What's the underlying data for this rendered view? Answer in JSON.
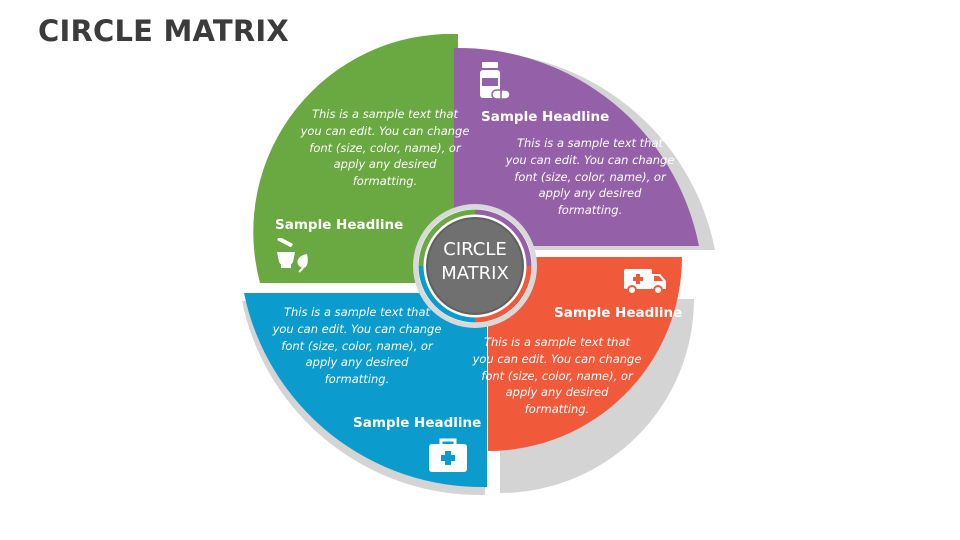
{
  "title": "CIRCLE MATRIX",
  "center": {
    "line1": "CIRCLE",
    "line2": "MATRIX"
  },
  "colors": {
    "green": "#6aa841",
    "purple": "#9461a8",
    "orange": "#f05a3b",
    "blue": "#0b9ccd",
    "shadow": "#d2d2d2"
  },
  "quadrants": {
    "green": {
      "headline": "Sample Headline",
      "text": "This is a sample text that you can edit. You can change font (size, color, name), or apply any desired formatting.",
      "icon": "mortar-pestle-icon"
    },
    "purple": {
      "headline": "Sample Headline",
      "text": "This is a sample text that you can edit. You can change font (size, color, name), or apply any desired formatting.",
      "icon": "medicine-bottle-icon"
    },
    "orange": {
      "headline": "Sample Headline",
      "text": "This is a sample text that you can edit. You can change font (size, color, name), or apply any desired formatting.",
      "icon": "ambulance-icon"
    },
    "blue": {
      "headline": "Sample Headline",
      "text": "This is a sample text that you can edit. You can change font (size, color, name), or apply any desired formatting.",
      "icon": "first-aid-kit-icon"
    }
  }
}
